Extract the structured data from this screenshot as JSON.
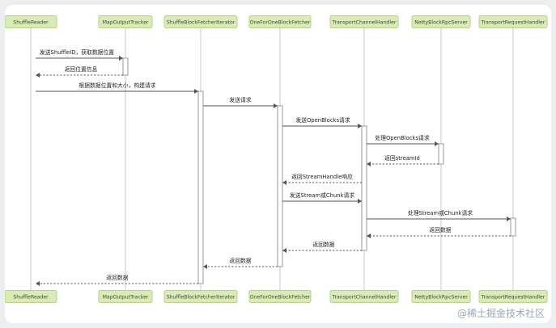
{
  "participants": [
    "ShuffleReader",
    "MapOutputTracker",
    "ShuffleBlockFetcherIterator",
    "OneForOneBlockFetcher",
    "TransportChannelHandler",
    "NettyBlockRpcServer",
    "TransportRequestHandler"
  ],
  "messages": [
    {
      "label": "发送ShuffleID，获取数据位置"
    },
    {
      "label": "返回位置信息"
    },
    {
      "label": "根据数据位置和大小，构建请求"
    },
    {
      "label": "发送请求"
    },
    {
      "label": "发送OpenBlocks请求"
    },
    {
      "label": "处理OpenBlocks请求"
    },
    {
      "label": "返回streamId"
    },
    {
      "label": "返回StreamHandle响应"
    },
    {
      "label": "发送Stream或Chunk请求"
    },
    {
      "label": "处理Stream或Chunk请求"
    },
    {
      "label": "返回数据"
    },
    {
      "label": "返回数据"
    },
    {
      "label": "返回数据"
    },
    {
      "label": "返回数据"
    }
  ],
  "watermark": "@稀土掘金技术社区"
}
